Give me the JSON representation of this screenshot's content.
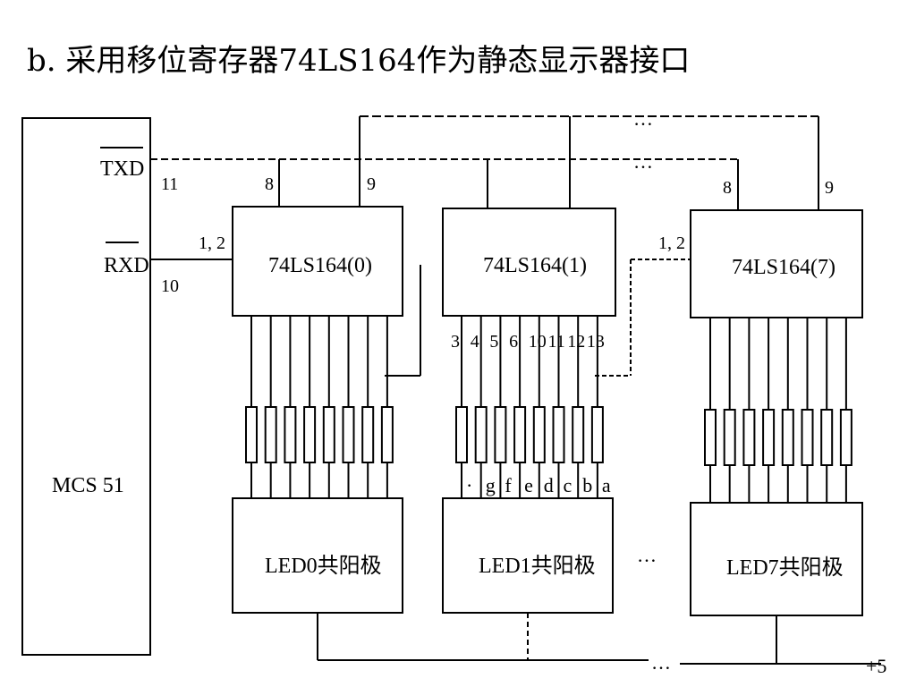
{
  "title": "b. 采用移位寄存器74LS164作为静态显示器接口",
  "mcu": {
    "label": "MCS 51",
    "txd": "TXD",
    "rxd": "RXD",
    "pin_txd": "11",
    "pin_rxd": "10"
  },
  "chips": [
    {
      "label": "74LS164(0)",
      "pin_in": "1, 2",
      "pin_clk": "8",
      "pin_clr": "9"
    },
    {
      "label": "74LS164(1)"
    },
    {
      "label": "74LS164(7)",
      "pin_in": "1, 2",
      "pin_clk": "8",
      "pin_clr": "9"
    }
  ],
  "output_pins": [
    "3",
    "4",
    "5",
    "6",
    "10",
    "11",
    "12",
    "13"
  ],
  "segments": [
    "·",
    "g",
    "f",
    "e",
    "d",
    "c",
    "b",
    "a"
  ],
  "leds": [
    "LED0共阳极",
    "LED1共阳极",
    "LED7共阳极"
  ],
  "ellipsis": "…",
  "supply": "+5"
}
